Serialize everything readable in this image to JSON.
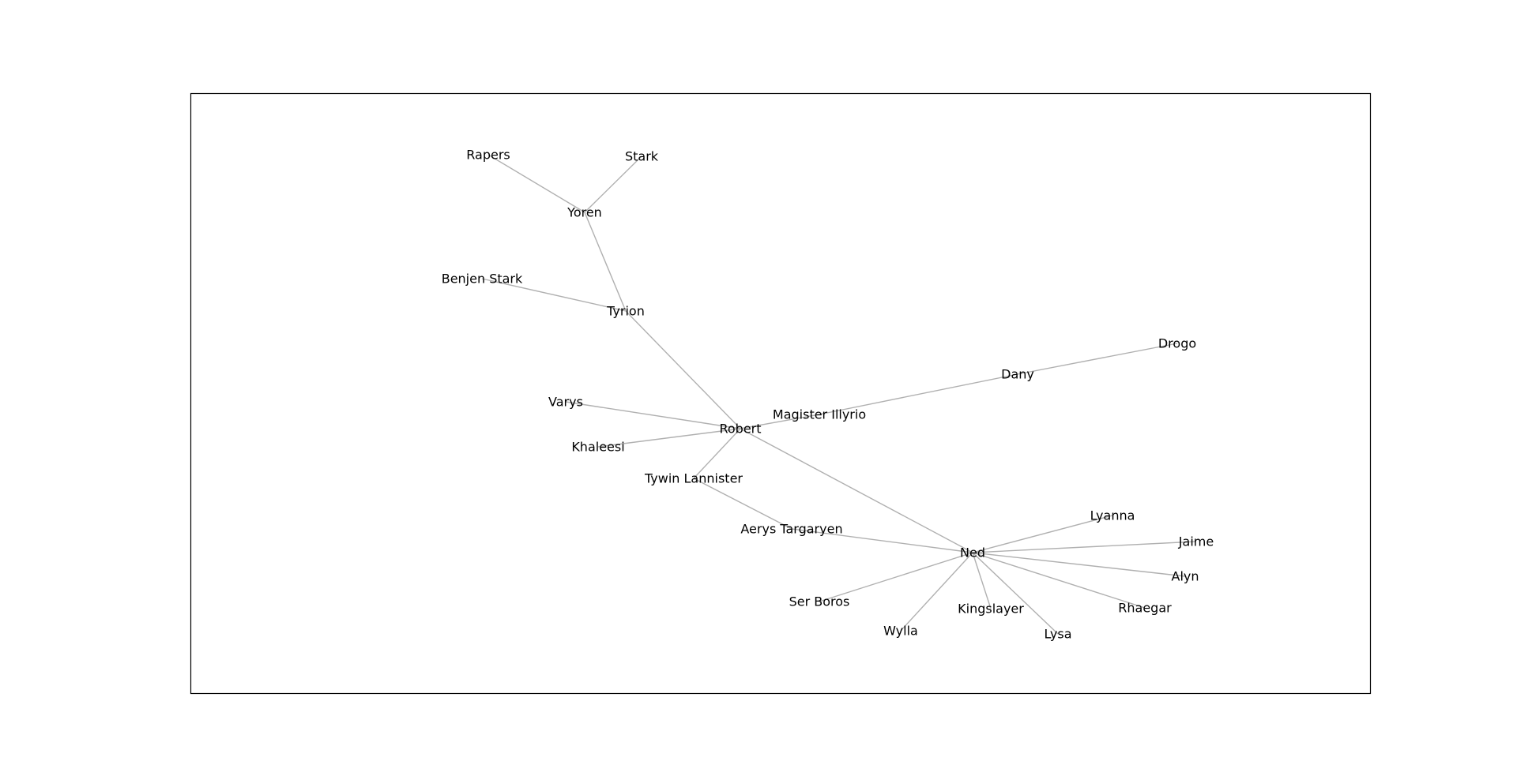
{
  "graph": {
    "nodes": [
      {
        "id": "rapers",
        "label": "Rapers"
      },
      {
        "id": "stark",
        "label": "Stark"
      },
      {
        "id": "yoren",
        "label": "Yoren"
      },
      {
        "id": "benjen_stark",
        "label": "Benjen Stark"
      },
      {
        "id": "tyrion",
        "label": "Tyrion"
      },
      {
        "id": "drogo",
        "label": "Drogo"
      },
      {
        "id": "dany",
        "label": "Dany"
      },
      {
        "id": "varys",
        "label": "Varys"
      },
      {
        "id": "magister_illyrio",
        "label": "Magister Illyrio"
      },
      {
        "id": "robert",
        "label": "Robert"
      },
      {
        "id": "khaleesi",
        "label": "Khaleesi"
      },
      {
        "id": "tywin_lannister",
        "label": "Tywin Lannister"
      },
      {
        "id": "lyanna",
        "label": "Lyanna"
      },
      {
        "id": "aerys_targaryen",
        "label": "Aerys Targaryen"
      },
      {
        "id": "jaime",
        "label": "Jaime"
      },
      {
        "id": "ned",
        "label": "Ned"
      },
      {
        "id": "alyn",
        "label": "Alyn"
      },
      {
        "id": "ser_boros",
        "label": "Ser Boros"
      },
      {
        "id": "rhaegar",
        "label": "Rhaegar"
      },
      {
        "id": "kingslayer",
        "label": "Kingslayer"
      },
      {
        "id": "wylla",
        "label": "Wylla"
      },
      {
        "id": "lysa",
        "label": "Lysa"
      }
    ],
    "edges": [
      [
        "rapers",
        "yoren"
      ],
      [
        "stark",
        "yoren"
      ],
      [
        "yoren",
        "tyrion"
      ],
      [
        "benjen_stark",
        "tyrion"
      ],
      [
        "tyrion",
        "robert"
      ],
      [
        "varys",
        "robert"
      ],
      [
        "khaleesi",
        "robert"
      ],
      [
        "robert",
        "magister_illyrio"
      ],
      [
        "magister_illyrio",
        "dany"
      ],
      [
        "dany",
        "drogo"
      ],
      [
        "robert",
        "tywin_lannister"
      ],
      [
        "tywin_lannister",
        "aerys_targaryen"
      ],
      [
        "robert",
        "ned"
      ],
      [
        "aerys_targaryen",
        "ned"
      ],
      [
        "ned",
        "lyanna"
      ],
      [
        "ned",
        "jaime"
      ],
      [
        "ned",
        "alyn"
      ],
      [
        "ned",
        "rhaegar"
      ],
      [
        "ned",
        "lysa"
      ],
      [
        "ned",
        "kingslayer"
      ],
      [
        "ned",
        "wylla"
      ],
      [
        "ned",
        "ser_boros"
      ]
    ]
  }
}
